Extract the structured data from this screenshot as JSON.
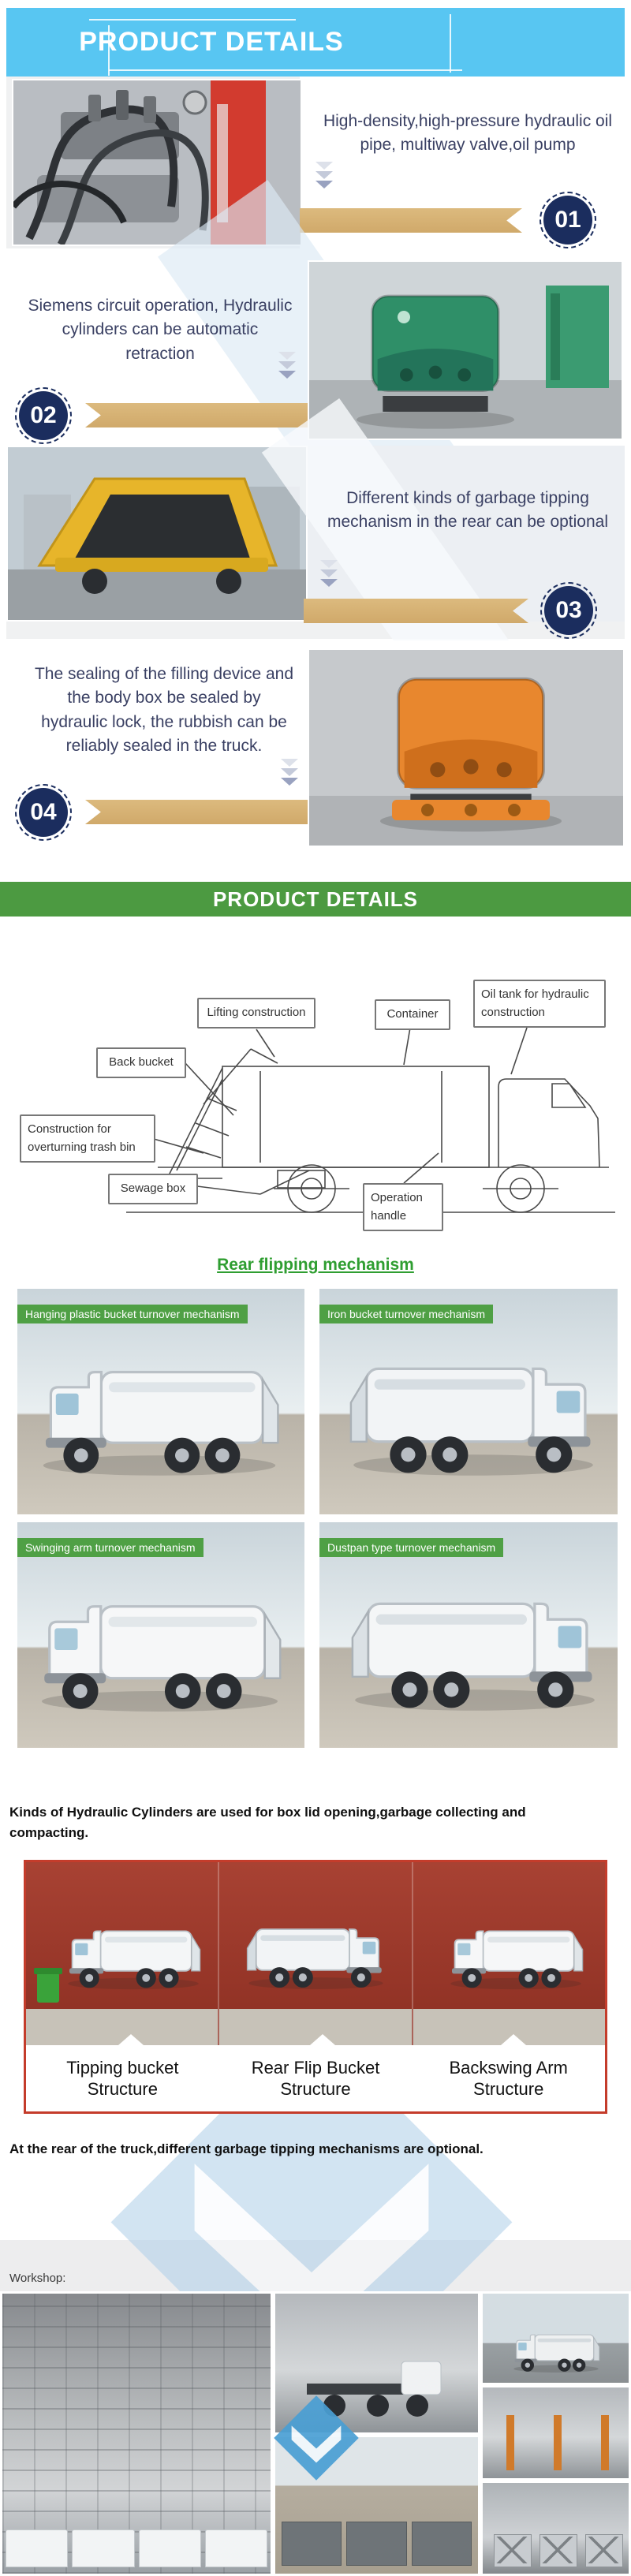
{
  "top_banner": {
    "title": "PRODUCT DETAILS",
    "color": "#58C6F2"
  },
  "features": [
    {
      "num": "01",
      "text": "High-density,high-pressure hydraulic oil pipe, multiway valve,oil pump"
    },
    {
      "num": "02",
      "text": "Siemens circuit operation, Hydraulic cylinders can be automatic retraction"
    },
    {
      "num": "03",
      "text": "Different kinds of garbage tipping mechanism in the rear can be optional"
    },
    {
      "num": "04",
      "text": "The sealing of the filling device and the body box be sealed by hydraulic lock, the rubbish can be reliably sealed in the truck."
    }
  ],
  "green_banner": {
    "title": "PRODUCT DETAILS",
    "color": "#4C9A41"
  },
  "diagram": {
    "labels": [
      "Lifting construction",
      "Container",
      "Oil tank for hydraulic construction",
      "Back bucket",
      "Construction for overturning trash bin",
      "Sewage box",
      "Operation handle"
    ]
  },
  "rear_flipping": {
    "heading": "Rear flipping mechanism",
    "captions": [
      "Hanging plastic bucket turnover mechanism",
      "Iron bucket turnover mechanism",
      "Swinging arm turnover mechanism",
      "Dustpan type turnover mechanism"
    ]
  },
  "cylinders": {
    "intro": "Kinds of Hydraulic Cylinders are used for box lid opening,garbage collecting and compacting.",
    "structures": [
      "Tipping bucket Structure",
      "Rear Flip Bucket Structure",
      "Backswing Arm Structure"
    ],
    "note": "At the rear of the truck,different garbage tipping mechanisms are optional."
  },
  "workshop": {
    "label": "Workshop:"
  }
}
